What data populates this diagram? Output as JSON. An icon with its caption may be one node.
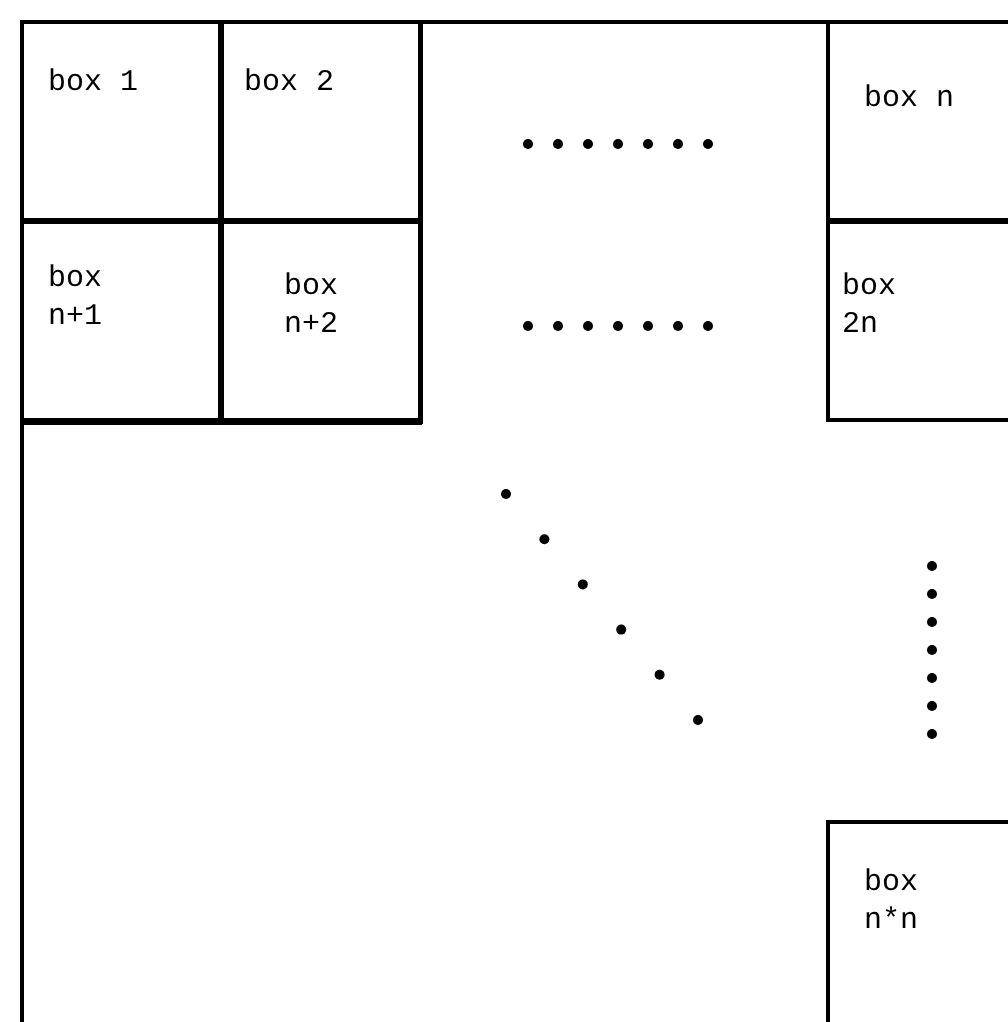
{
  "diagram": {
    "nodes": [
      {
        "text": [
          "box 1"
        ]
      },
      {
        "text": [
          "box 2"
        ]
      },
      {
        "text": [
          "box n"
        ]
      },
      {
        "text": [
          "box n+1"
        ]
      },
      {
        "text": [
          "box n+2"
        ]
      },
      {
        "text": [
          "box 2n"
        ]
      },
      {
        "text": [
          "box n*n"
        ]
      }
    ]
  }
}
